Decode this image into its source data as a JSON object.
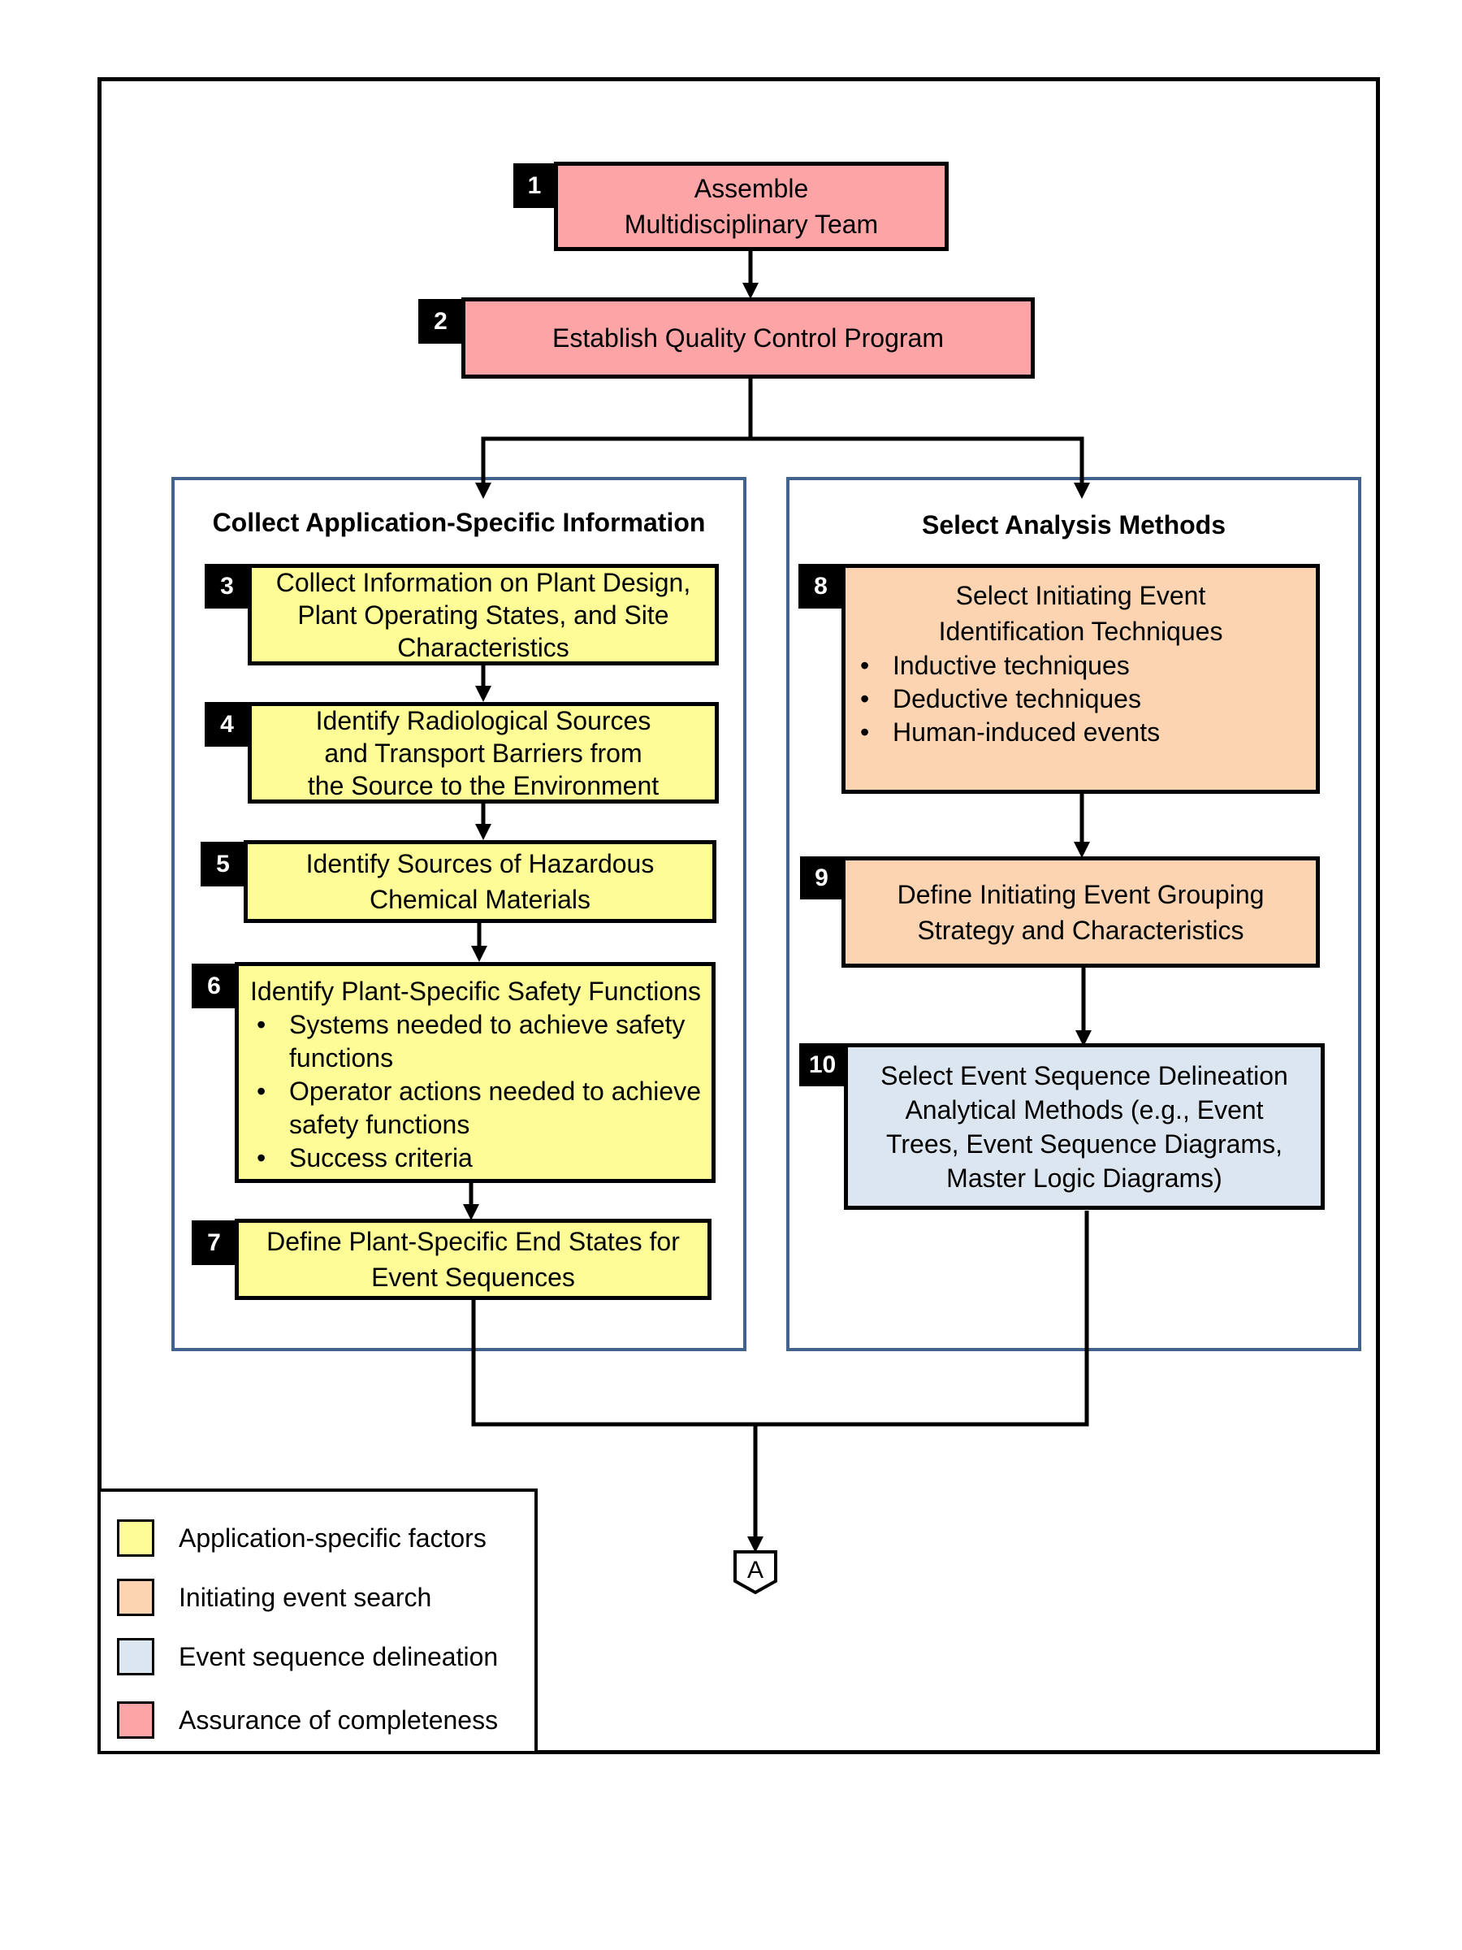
{
  "groups": {
    "left_title": "Collect Application-Specific Information",
    "right_title": "Select Analysis Methods"
  },
  "steps": [
    {
      "number": "1",
      "lines": [
        "Assemble",
        "Multidisciplinary Team"
      ]
    },
    {
      "number": "2",
      "lines": [
        "Establish Quality Control Program"
      ]
    },
    {
      "number": "3",
      "lines": [
        "Collect Information on Plant Design,",
        "Plant Operating States, and Site",
        "Characteristics"
      ]
    },
    {
      "number": "4",
      "lines": [
        "Identify Radiological Sources",
        "and Transport Barriers from",
        "the Source to the Environment"
      ]
    },
    {
      "number": "5",
      "lines": [
        "Identify Sources of Hazardous",
        "Chemical Materials"
      ]
    },
    {
      "number": "6",
      "title": "Identify Plant-Specific Safety Functions",
      "bullets": [
        "Systems needed to achieve safety functions",
        "Operator actions needed to achieve safety functions",
        "Success criteria"
      ]
    },
    {
      "number": "7",
      "lines": [
        "Define Plant-Specific End States for",
        "Event Sequences"
      ]
    },
    {
      "number": "8",
      "lines": [
        "Select Initiating Event",
        "Identification Techniques"
      ],
      "bullets": [
        "Inductive techniques",
        "Deductive techniques",
        "Human-induced events"
      ]
    },
    {
      "number": "9",
      "lines": [
        "Define Initiating Event Grouping",
        "Strategy and Characteristics"
      ]
    },
    {
      "number": "10",
      "lines": [
        "Select Event Sequence Delineation",
        "Analytical Methods (e.g., Event",
        "Trees, Event Sequence Diagrams,",
        "Master Logic Diagrams)"
      ]
    }
  ],
  "connector": {
    "label": "A"
  },
  "legend": [
    {
      "label": "Application-specific factors",
      "color": "#fdfc96"
    },
    {
      "label": "Initiating event search",
      "color": "#fcd4b2"
    },
    {
      "label": "Event sequence delineation",
      "color": "#dce6f1"
    },
    {
      "label": "Assurance of completeness",
      "color": "#fda4a7"
    }
  ],
  "colors": {
    "assurance": "#fda4a7",
    "application": "#fdfc96",
    "initiating": "#fcd4b2",
    "delineation": "#dce6f1",
    "group_border": "#43628e"
  }
}
